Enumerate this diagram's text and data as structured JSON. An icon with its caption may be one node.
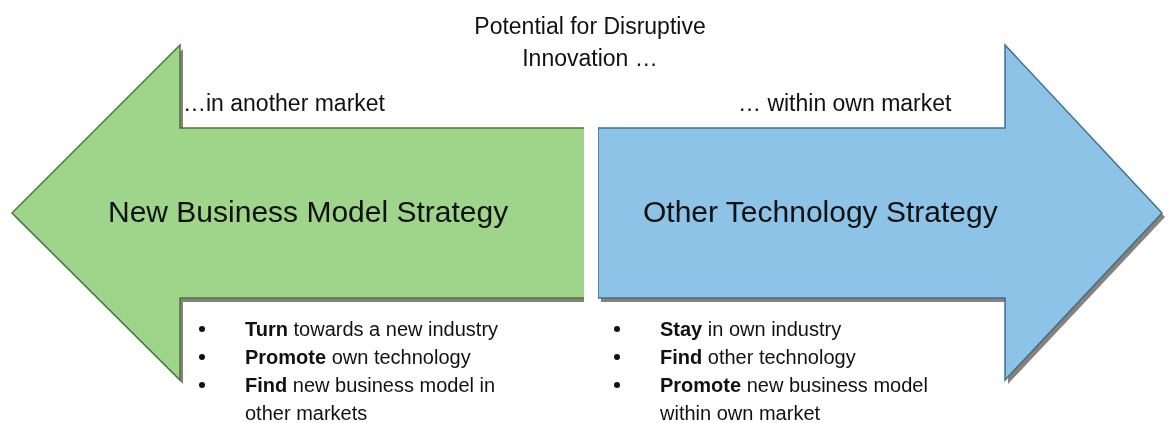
{
  "diagram": {
    "title": "Potential for Disruptive Innovation …",
    "nodes": [
      {
        "text": [
          "…in another market",
          "New Business Model Strategy",
          "**Turn** towards a new industry",
          "**Promote** own technology",
          "**Find** new business model in other markets"
        ]
      },
      {
        "text": [
          "… within own market",
          "Other Technology Strategy",
          "**Stay** in own industry",
          "**Find** other technology",
          "**Promote** new business model within own market"
        ]
      }
    ],
    "edges": []
  }
}
